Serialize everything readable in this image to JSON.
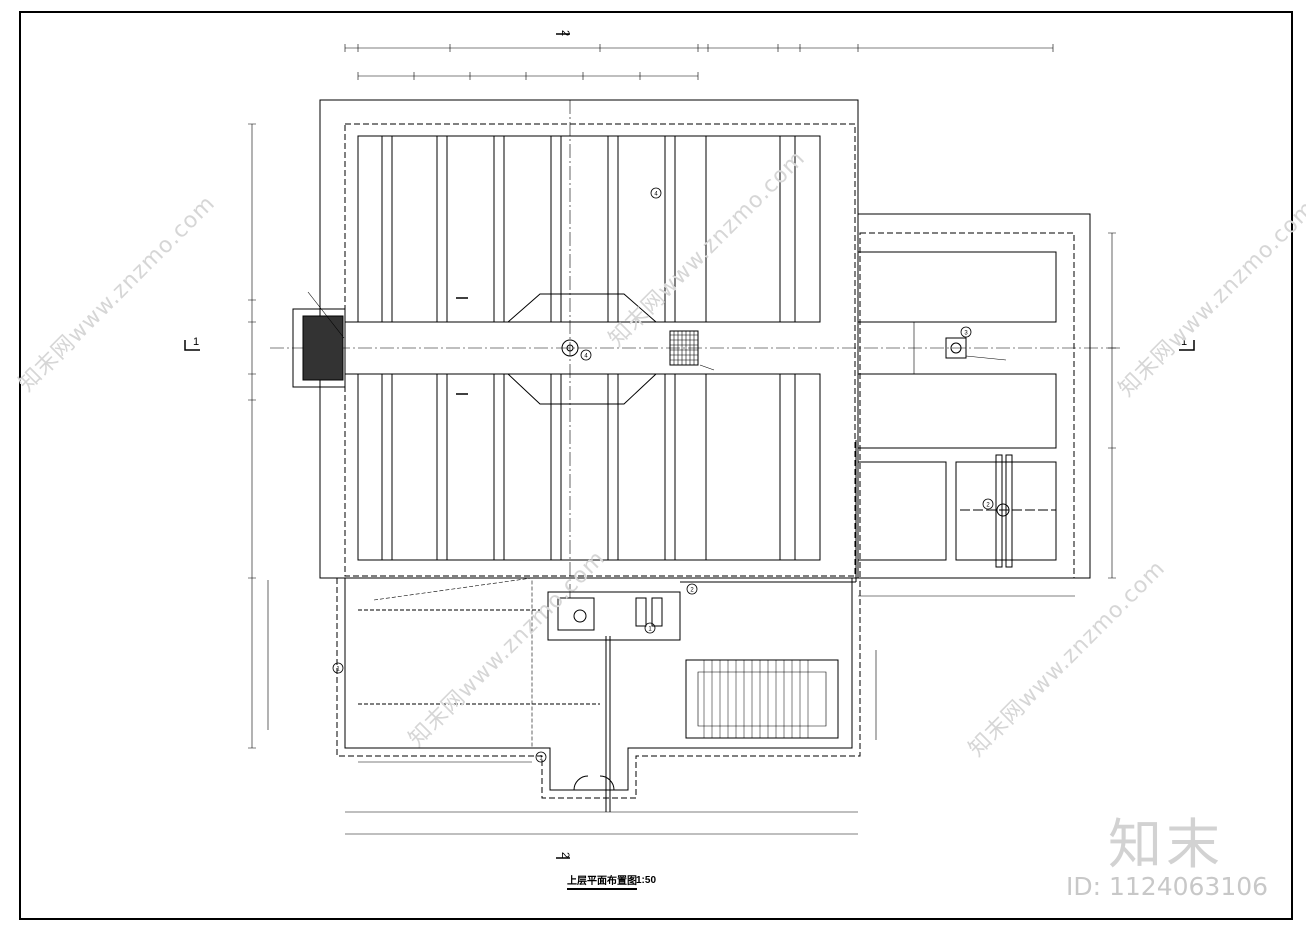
{
  "drawing": {
    "title": "上层平面布置图",
    "scale": "1:50",
    "section_marks": {
      "left": "1",
      "right": "1",
      "top": "2",
      "bottom": "2"
    },
    "callouts": [
      "4",
      "4",
      "3",
      "2",
      "1",
      "1",
      "2",
      "1"
    ]
  },
  "watermark": {
    "text": "知末网www.znzmo.com",
    "logo": "知末",
    "doc_id": "ID: 1124063106"
  },
  "colors": {
    "line": "#000000",
    "watermark": "#d6d6d6",
    "background": "#ffffff"
  }
}
